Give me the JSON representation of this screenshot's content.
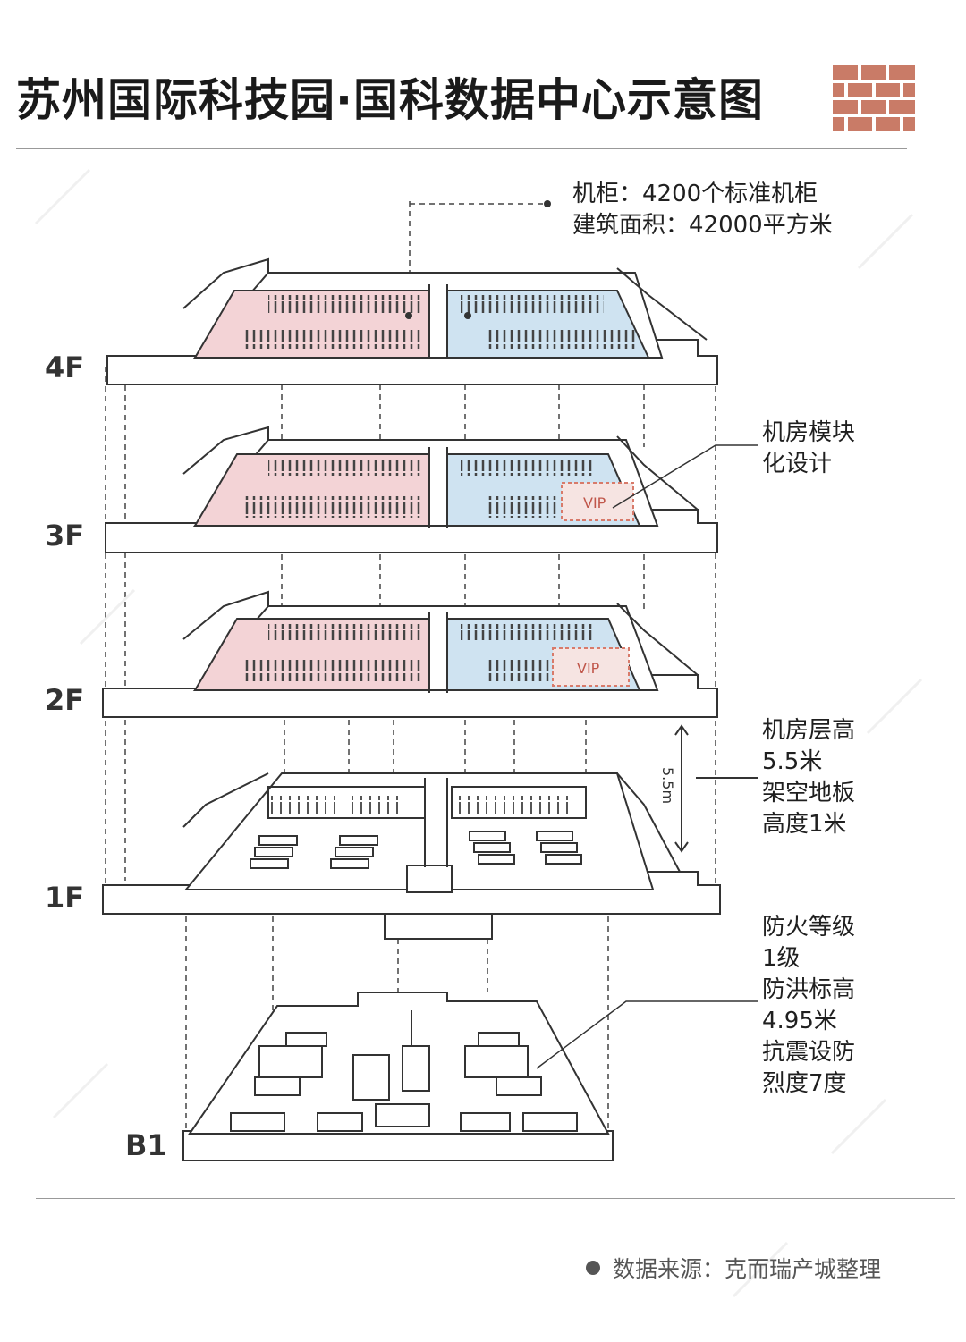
{
  "title": "苏州国际科技园·国科数据中心示意图",
  "floors": {
    "f4": "4F",
    "f3": "3F",
    "f2": "2F",
    "f1": "1F",
    "b1": "B1"
  },
  "annotations": {
    "cabinet": [
      "机柜：4200个标准机柜",
      "建筑面积：42000平方米"
    ],
    "modular": [
      "机房模块",
      "化设计"
    ],
    "height": [
      "机房层高",
      "5.5米",
      "架空地板",
      "高度1米"
    ],
    "fire": [
      "防火等级",
      "1级",
      "防洪标高",
      "4.95米",
      "抗震设防",
      "烈度7度"
    ]
  },
  "height_mark": "5.5m",
  "vip_label": "VIP",
  "source": "数据来源：克而瑞产城整理",
  "colors": {
    "pink": "#f3d3d6",
    "blue": "#cfe3f1",
    "logo": "#c97b67",
    "line": "#333333"
  }
}
